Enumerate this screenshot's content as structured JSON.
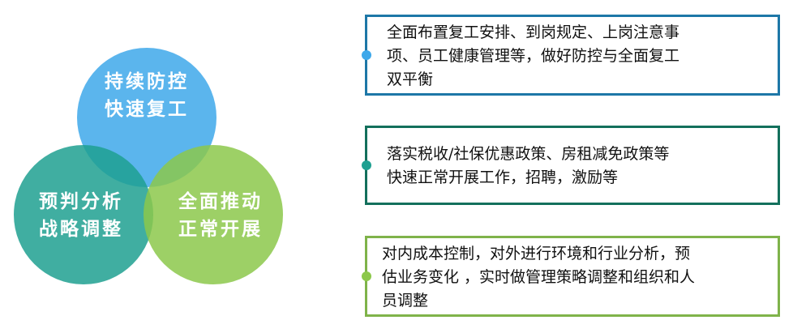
{
  "colors": {
    "blue": "#3ea8ea",
    "teal": "#1fa091",
    "green": "#8cc84b",
    "box1_border": "#1d77a7",
    "box2_border": "#13705c",
    "box3_border": "#7fb34a"
  },
  "circles": {
    "top": {
      "line1": "持续防控",
      "line2": "快速复工"
    },
    "left": {
      "line1": "预判分析",
      "line2": "战略调整"
    },
    "right": {
      "line1": "全面推动",
      "line2": "正常开展"
    }
  },
  "boxes": [
    {
      "lines": [
        "全面布置复工安排、到岗规定、上岗注意事",
        "项、员工健康管理等，做好防控与全面复工",
        "双平衡"
      ]
    },
    {
      "lines": [
        "落实税收/社保优惠政策、房租减免政策等",
        "快速正常开展工作，招聘，激励等"
      ]
    },
    {
      "lines": [
        "对内成本控制，对外进行环境和行业分析，预",
        "估业务变化 ，实时做管理策略调整和组织和人",
        "员调整"
      ]
    }
  ]
}
